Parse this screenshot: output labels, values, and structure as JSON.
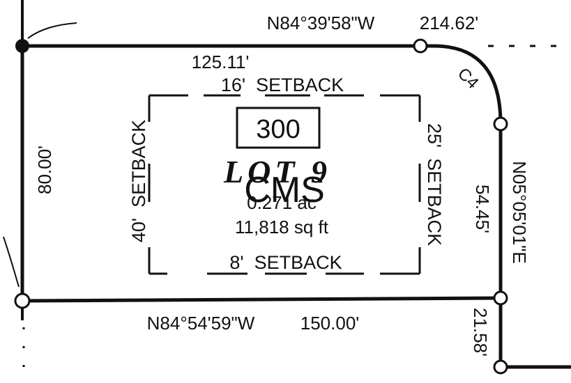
{
  "colors": {
    "ink": "#111111",
    "background": "#ffffff",
    "watermark": "#e4e4e4"
  },
  "lot": {
    "number_box": "300",
    "title": "LOT 9",
    "area_acres": "0.271 ac",
    "area_sqft": "11,818 sq ft",
    "watermark": "CMS"
  },
  "bearings": {
    "north_line": "N84°39'58\"W",
    "south_line": "N84°54'59\"W",
    "east_line": "N05°05'01\"E"
  },
  "distances": {
    "north_total": "214.62'",
    "north_lot": "125.11'",
    "south": "150.00'",
    "west": "80.00'",
    "east_upper": "54.45'",
    "east_lower": "21.58'",
    "curve": "C4"
  },
  "setbacks": {
    "front": "16'  SETBACK",
    "rear": "8'  SETBACK",
    "left": "40'  SETBACK",
    "right": "25'  SETBACK"
  }
}
